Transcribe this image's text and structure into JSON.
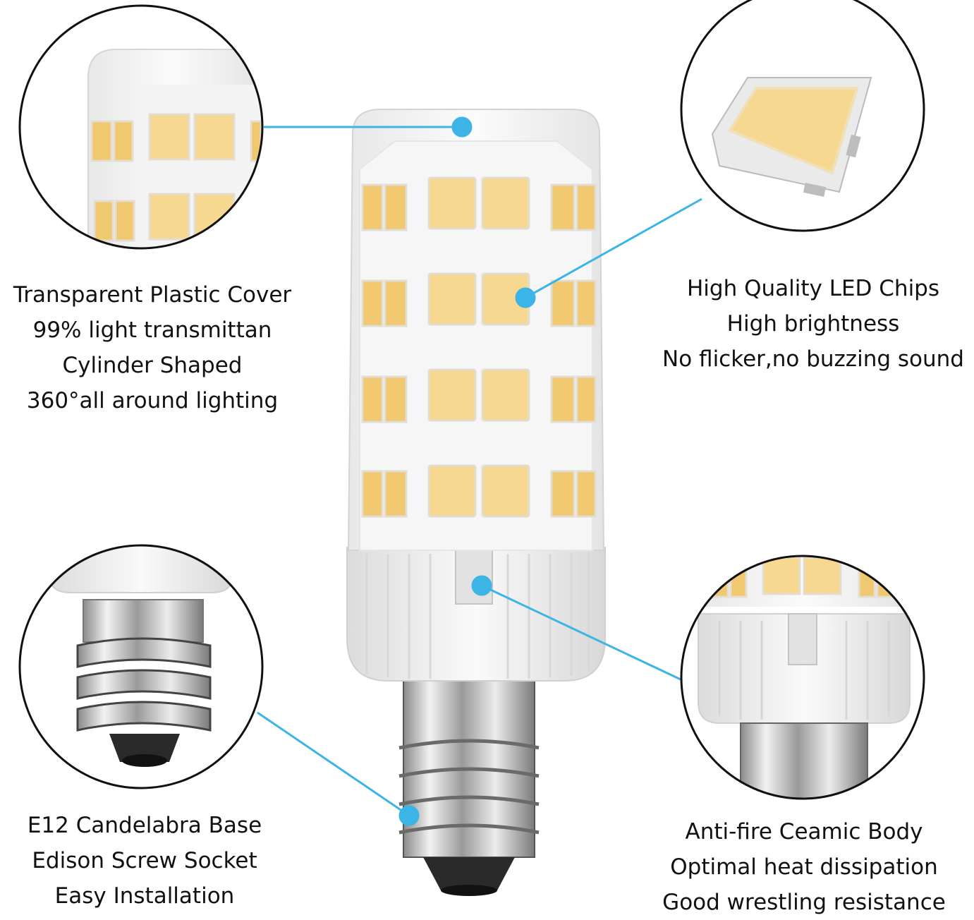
{
  "callouts": {
    "top_left": {
      "lines": [
        "Transparent Plastic Cover",
        "99% light transmittan",
        "Cylinder Shaped",
        "360°all around lighting"
      ]
    },
    "top_right": {
      "lines": [
        "High Quality LED Chips",
        "High brightness",
        "No flicker,no buzzing sound"
      ]
    },
    "bottom_left": {
      "lines": [
        "E12 Candelabra Base",
        "Edison Screw Socket",
        "Easy Installation"
      ]
    },
    "bottom_right": {
      "lines": [
        "Anti-fire Ceamic Body",
        "Optimal heat dissipation",
        "Good wrestling resistance"
      ]
    }
  },
  "colors": {
    "accent": "#3cb4e6",
    "led_chip": "#f7d890",
    "led_chip_dark": "#f0c870",
    "ceramic": "#f4f4f2",
    "metal": "#c9c9c9",
    "outline": "#111111"
  },
  "icons": [
    "magnifier-circle-top-left",
    "magnifier-circle-top-right",
    "magnifier-circle-bottom-left",
    "magnifier-circle-bottom-right",
    "callout-dot"
  ]
}
